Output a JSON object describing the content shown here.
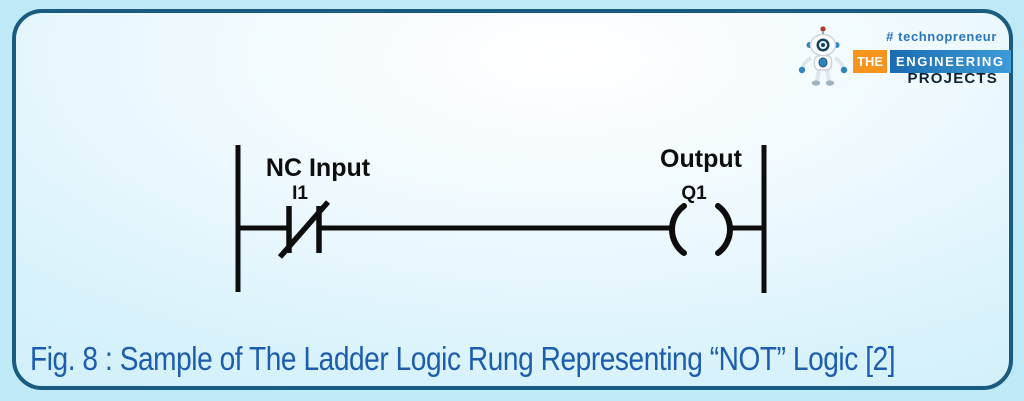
{
  "figure": {
    "caption": "Fig. 8 : Sample of The Ladder Logic Rung Representing “NOT” Logic [2]"
  },
  "logo": {
    "tagline": "# technopreneur",
    "the": "THE",
    "engineering": "ENGINEERING",
    "projects": "PROJECTS",
    "mascot": "robot-mascot-icon"
  },
  "diagram": {
    "type": "ladder-logic-rung",
    "contact": {
      "label": "NC Input",
      "id": "I1",
      "symbol": "normally-closed-contact"
    },
    "coil": {
      "label": "Output",
      "id": "Q1",
      "symbol": "output-coil"
    }
  },
  "colors": {
    "outer_background": "#bfe9f6",
    "card_border": "#1a5b80",
    "caption_text": "#1d5dad",
    "diagram_stroke": "#0d0d0d",
    "logo_orange": "#f7941d",
    "logo_blue": "#1a6cb0",
    "logo_tagline_blue": "#2b76bd",
    "logo_projects_dark": "#0f2236"
  }
}
